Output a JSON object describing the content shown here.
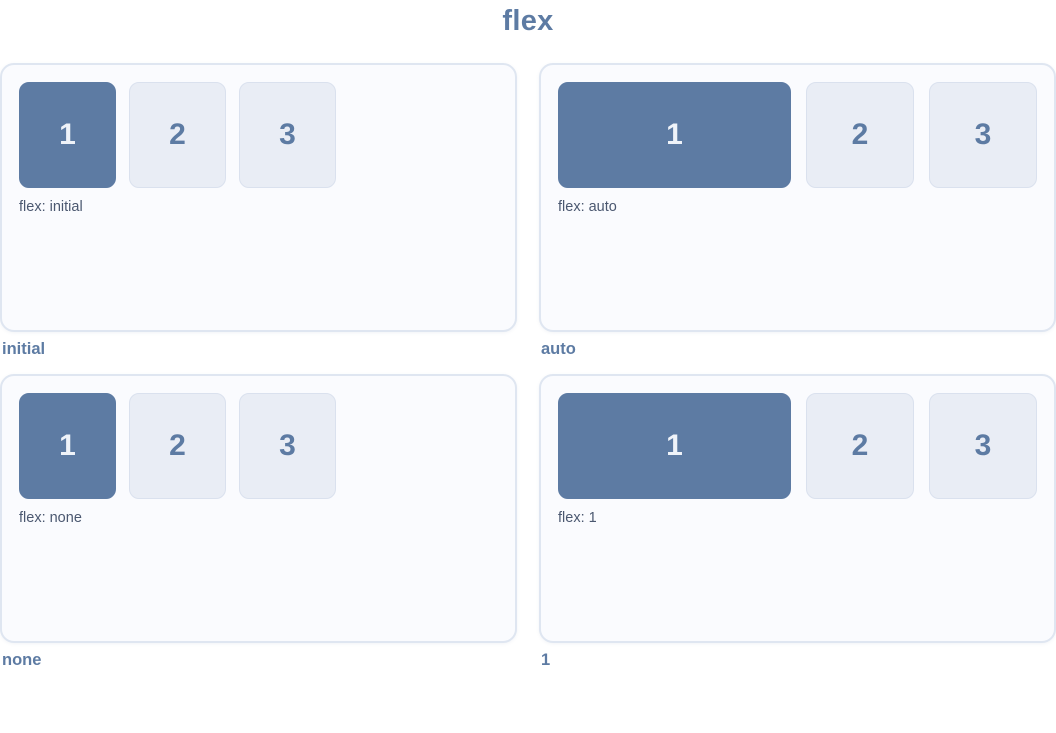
{
  "title": "flex",
  "panels": [
    {
      "name": "initial",
      "caption": "flex: initial",
      "boxes": [
        "1",
        "2",
        "3"
      ]
    },
    {
      "name": "auto",
      "caption": "flex: auto",
      "boxes": [
        "1",
        "2",
        "3"
      ]
    },
    {
      "name": "none",
      "caption": "flex: none",
      "boxes": [
        "1",
        "2",
        "3"
      ]
    },
    {
      "name": "1",
      "caption": "flex: 1",
      "boxes": [
        "1",
        "2",
        "3"
      ]
    }
  ],
  "colors": {
    "accent": "#5d7ba3",
    "item_active_bg": "#5d7ba3",
    "item_active_text": "#eff3f9",
    "item_bg": "#e9edf5",
    "item_border": "#dae1ee",
    "panel_bg": "#fafbfe",
    "panel_border": "#dfe6f1",
    "caption_text": "#4b5870",
    "page_bg": "#ffffff"
  }
}
